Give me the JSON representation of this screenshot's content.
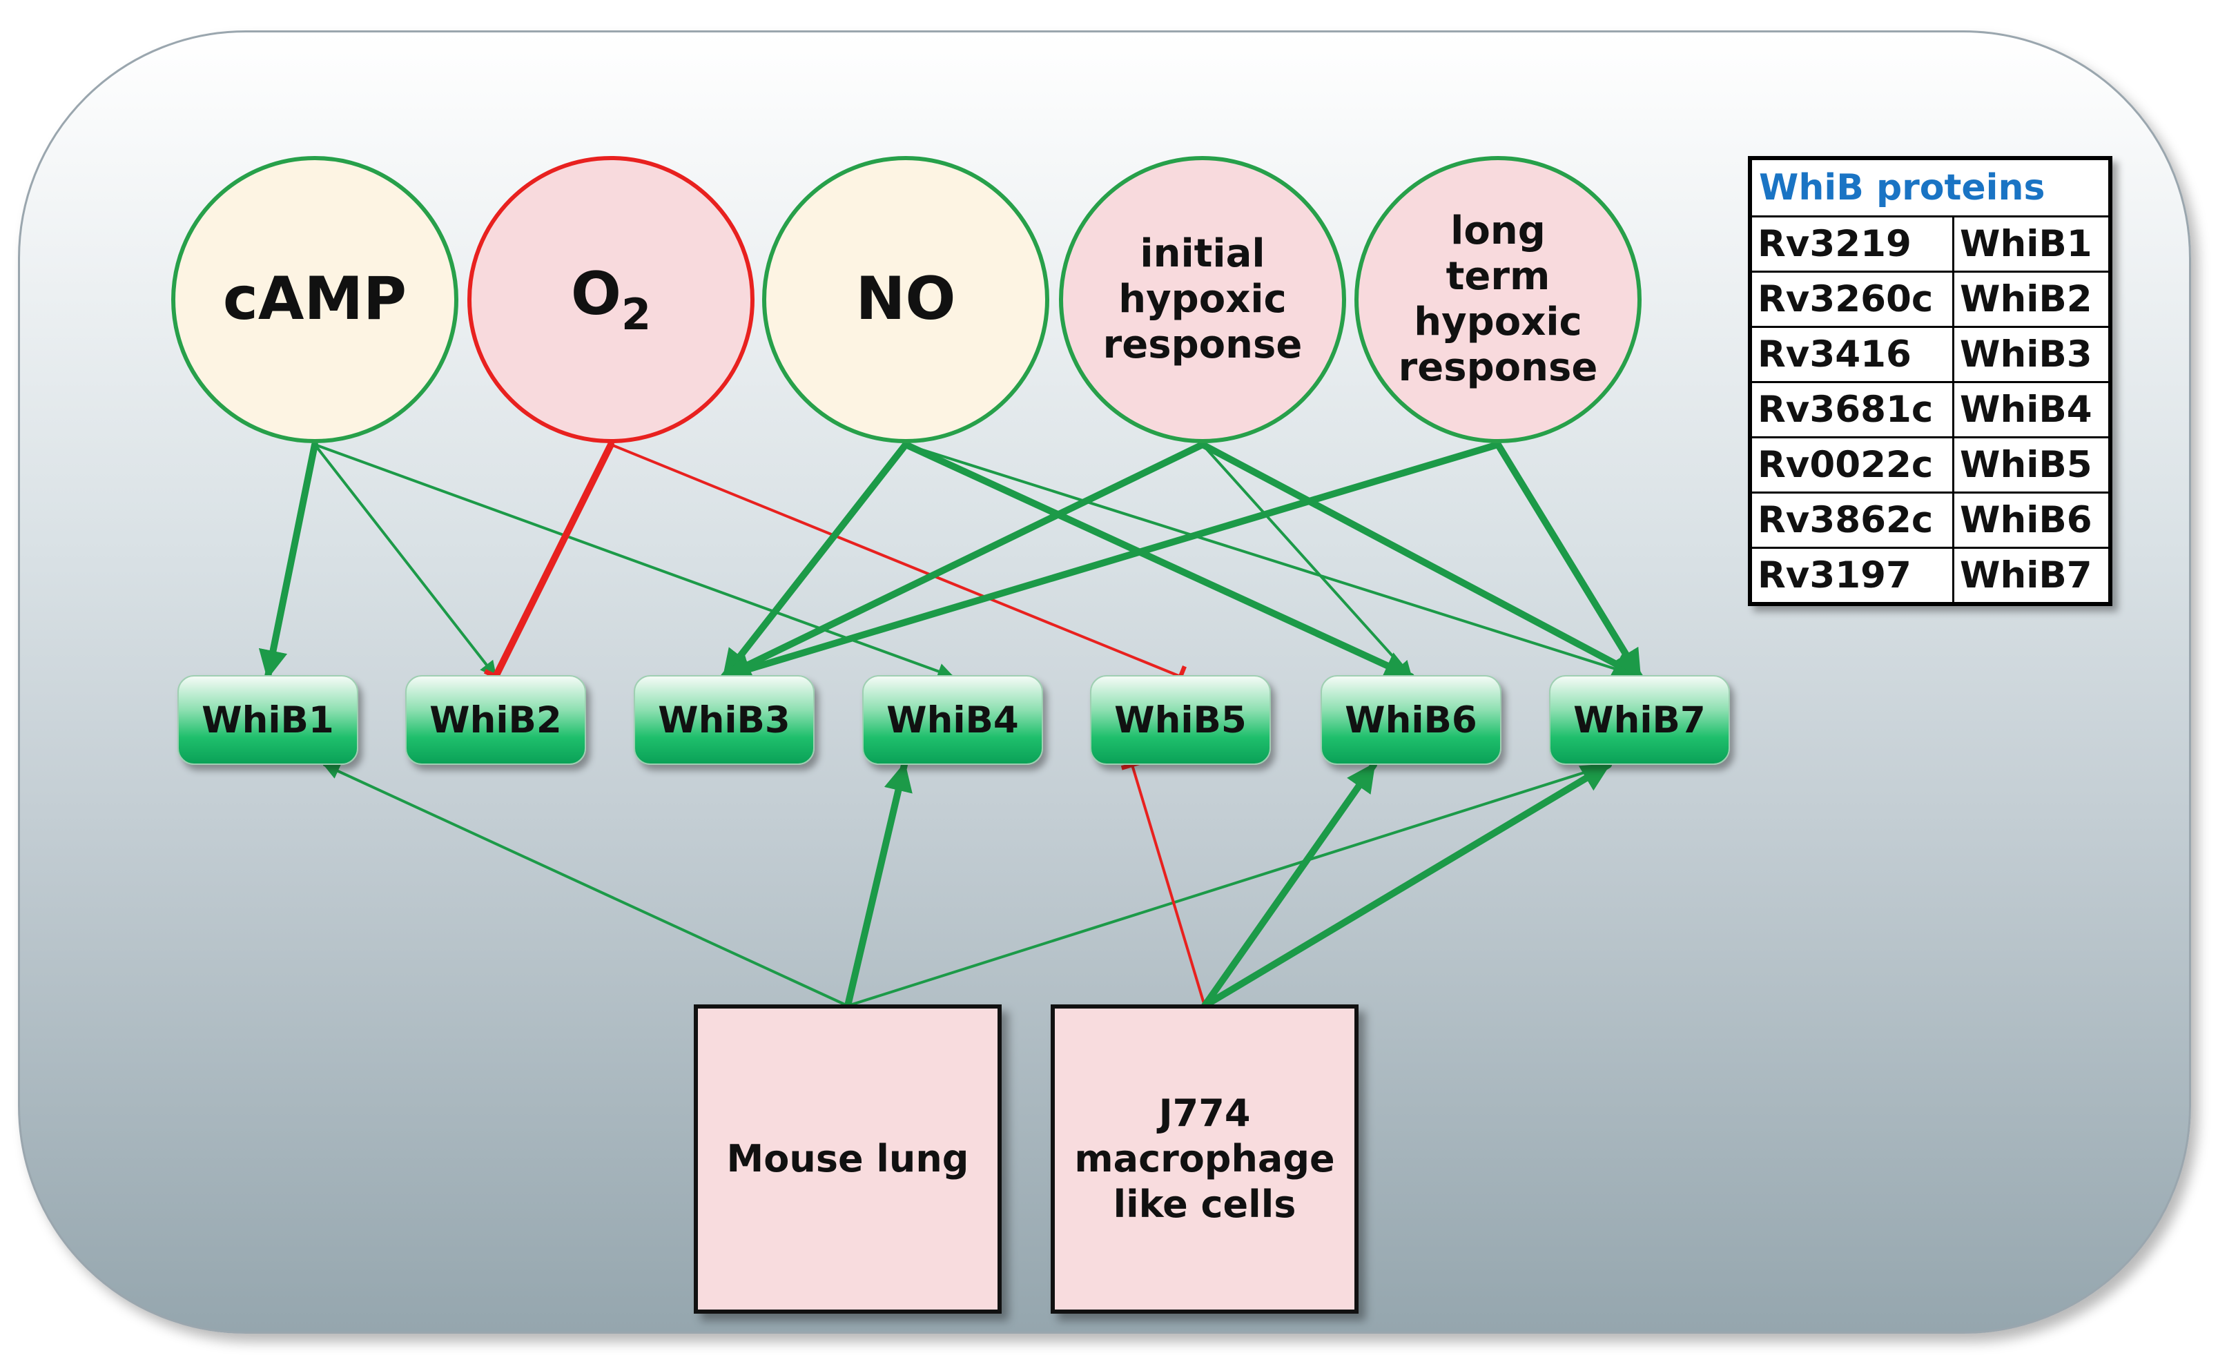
{
  "signals": [
    {
      "id": "camp",
      "label": "cAMP",
      "fill": "#fdf4e3",
      "stroke": "#27a04a"
    },
    {
      "id": "o2",
      "label": "O",
      "sub": "2",
      "fill": "#f8dadd",
      "stroke": "#e8211f"
    },
    {
      "id": "no",
      "label": "NO",
      "fill": "#fdf4e3",
      "stroke": "#27a04a"
    },
    {
      "id": "initial",
      "label": "initial\nhypoxic\nresponse",
      "fill": "#f8dadd",
      "stroke": "#27a04a"
    },
    {
      "id": "longterm",
      "label": "long\nterm\nhypoxic\nresponse",
      "fill": "#f8dadd",
      "stroke": "#27a04a"
    }
  ],
  "whib_nodes": [
    "WhiB1",
    "WhiB2",
    "WhiB3",
    "WhiB4",
    "WhiB5",
    "WhiB6",
    "WhiB7"
  ],
  "conditions": [
    {
      "id": "mouse",
      "label": "Mouse lung"
    },
    {
      "id": "j774",
      "label": "J774\nmacrophage\nlike cells"
    }
  ],
  "legend": {
    "title": "WhiB proteins",
    "rows": [
      [
        "Rv3219",
        "WhiB1"
      ],
      [
        "Rv3260c",
        "WhiB2"
      ],
      [
        "Rv3416",
        "WhiB3"
      ],
      [
        "Rv3681c",
        "WhiB4"
      ],
      [
        "Rv0022c",
        "WhiB5"
      ],
      [
        "Rv3862c",
        "WhiB6"
      ],
      [
        "Rv3197",
        "WhiB7"
      ]
    ]
  },
  "colors": {
    "activation": "#1c9a48",
    "inhibition": "#e8211f"
  },
  "edges": [
    {
      "from": "camp",
      "to": "WhiB1",
      "type": "activation",
      "weight": "strong"
    },
    {
      "from": "camp",
      "to": "WhiB2",
      "type": "activation",
      "weight": "weak"
    },
    {
      "from": "camp",
      "to": "WhiB4",
      "type": "activation",
      "weight": "weak"
    },
    {
      "from": "o2",
      "to": "WhiB2",
      "type": "inhibition",
      "weight": "strong"
    },
    {
      "from": "o2",
      "to": "WhiB5",
      "type": "inhibition",
      "weight": "weak"
    },
    {
      "from": "no",
      "to": "WhiB3",
      "type": "activation",
      "weight": "strong"
    },
    {
      "from": "no",
      "to": "WhiB6",
      "type": "activation",
      "weight": "strong"
    },
    {
      "from": "no",
      "to": "WhiB7",
      "type": "activation",
      "weight": "weak"
    },
    {
      "from": "initial",
      "to": "WhiB3",
      "type": "activation",
      "weight": "strong"
    },
    {
      "from": "initial",
      "to": "WhiB6",
      "type": "activation",
      "weight": "weak"
    },
    {
      "from": "initial",
      "to": "WhiB7",
      "type": "activation",
      "weight": "strong"
    },
    {
      "from": "longterm",
      "to": "WhiB3",
      "type": "activation",
      "weight": "strong"
    },
    {
      "from": "longterm",
      "to": "WhiB7",
      "type": "activation",
      "weight": "strong"
    },
    {
      "from": "mouse",
      "to": "WhiB1",
      "type": "activation",
      "weight": "weak"
    },
    {
      "from": "mouse",
      "to": "WhiB4",
      "type": "activation",
      "weight": "strong"
    },
    {
      "from": "mouse",
      "to": "WhiB7",
      "type": "activation",
      "weight": "weak"
    },
    {
      "from": "j774",
      "to": "WhiB5",
      "type": "inhibition",
      "weight": "weak"
    },
    {
      "from": "j774",
      "to": "WhiB6",
      "type": "activation",
      "weight": "strong"
    },
    {
      "from": "j774",
      "to": "WhiB7",
      "type": "activation",
      "weight": "strong"
    }
  ]
}
